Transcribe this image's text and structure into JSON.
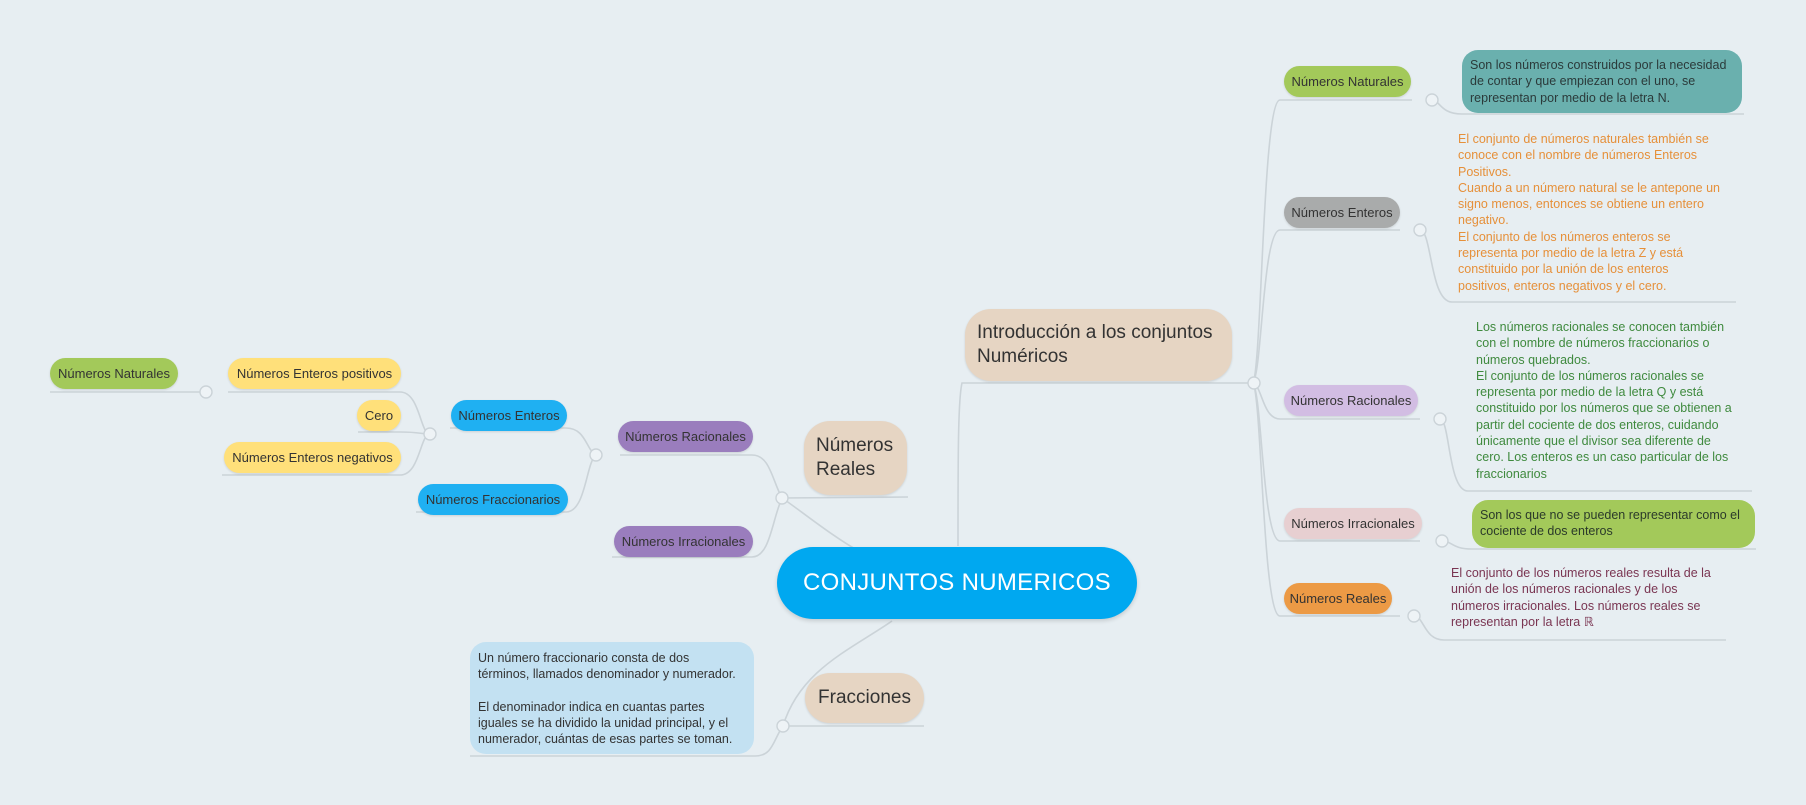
{
  "root": {
    "label": "CONJUNTOS NUMERICOS",
    "color": "#00a8f0"
  },
  "intro": {
    "label": "Introducción a los conjuntos\nNuméricos",
    "items": [
      {
        "label": "Números Naturales",
        "color": "#a3c95a",
        "text": "Son los números construidos por la necesidad\nde contar y que empiezan con el uno, se\nrepresentan por medio de la letra N.",
        "text_color": "#2b3a3a",
        "box_color": "#6ab0ae"
      },
      {
        "label": "Números Enteros",
        "color": "#a9abab",
        "text": "El conjunto de números naturales también se\nconoce con el nombre de números Enteros\nPositivos.\nCuando a un número natural se le antepone un\nsigno menos, entonces se obtiene un entero\nnegativo.\nEl conjunto de los números enteros se\nrepresenta por medio de la letra Z y está\nconstituido por la unión de los enteros\npositivos, enteros negativos y el cero.",
        "text_color": "#e6903a"
      },
      {
        "label": "Números Racionales",
        "color": "#d2bde3",
        "text": "Los números racionales se conocen también\ncon el nombre de números fraccionarios o\nnúmeros quebrados.\nEl conjunto de los números racionales se\nrepresenta por medio de la letra Q y está\nconstituido por los números que se obtienen a\npartir del cociente de dos enteros, cuidando\núnicamente que el divisor sea diferente de\ncero. Los enteros es un caso particular de los\nfraccionarios",
        "text_color": "#3f8a3e"
      },
      {
        "label": "Números Irracionales",
        "color": "#e7cfd1",
        "text": "Son los que no se pueden representar como el\ncociente de dos enteros",
        "text_color": "#2b3a2a",
        "box_color": "#a3c95a"
      },
      {
        "label": "Números Reales",
        "color": "#ec9a45",
        "text": "El conjunto de los números reales resulta de la\nunión de los números racionales y de los\nnúmeros irracionales. Los números reales se\nrepresentan por la letra ℝ",
        "text_color": "#7a3552"
      }
    ]
  },
  "reales": {
    "label": "Números\nReales",
    "racionales": {
      "label": "Números Racionales",
      "color": "#9a7dbd"
    },
    "irracionales": {
      "label": "Números Irracionales",
      "color": "#9a7dbd"
    },
    "enteros": {
      "label": "Números Enteros",
      "color": "#1fb0f2"
    },
    "fraccionarios": {
      "label": "Números Fraccionarios",
      "color": "#1fb0f2"
    },
    "positivos": {
      "label": "Números Enteros positivos",
      "color": "#ffe07a"
    },
    "cero": {
      "label": "Cero",
      "color": "#ffe07a"
    },
    "negativos": {
      "label": "Números Enteros negativos",
      "color": "#ffe07a"
    },
    "naturales": {
      "label": "Números Naturales",
      "color": "#a3c95a"
    }
  },
  "fracciones": {
    "label": "Fracciones",
    "text": "Un número fraccionario consta de dos\ntérminos, llamados denominador y numerador.\n\nEl denominador indica en cuantas partes\niguales se ha dividido la unidad principal, y el\nnumerador, cuántas de esas partes se toman.",
    "box_color": "#c3e1f2"
  },
  "colors": {
    "main_node": "#e6d5c3",
    "background": "#e7eef2",
    "line": "#cbd3d8"
  }
}
